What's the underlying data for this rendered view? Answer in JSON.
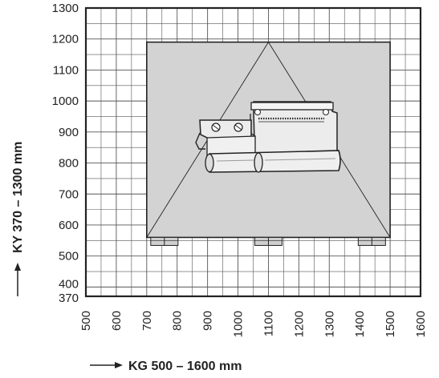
{
  "chart_data": {
    "type": "diagram",
    "xlabel": "KG 500 – 1600 mm",
    "ylabel": "KY 370 – 1300 mm",
    "xlim": [
      500,
      1600
    ],
    "ylim": [
      370,
      1300
    ],
    "x_ticks": [
      "500",
      "600",
      "700",
      "800",
      "900",
      "1000",
      "1100",
      "1200",
      "1300",
      "1400",
      "1500",
      "1600"
    ],
    "y_ticks": [
      "370",
      "400",
      "500",
      "600",
      "700",
      "800",
      "900",
      "1000",
      "1100",
      "1200",
      "1300"
    ],
    "grid": true,
    "panel": {
      "x_range": [
        700,
        1500
      ],
      "y_range": [
        560,
        1190
      ],
      "apex_x": 1100,
      "color": "#d3d3d3"
    }
  },
  "colors": {
    "frame": "#222222",
    "grid": "#555555",
    "panel_fill": "#d3d3d3",
    "fitting_light": "#ececec",
    "fitting_mid": "#c4c4c4"
  }
}
